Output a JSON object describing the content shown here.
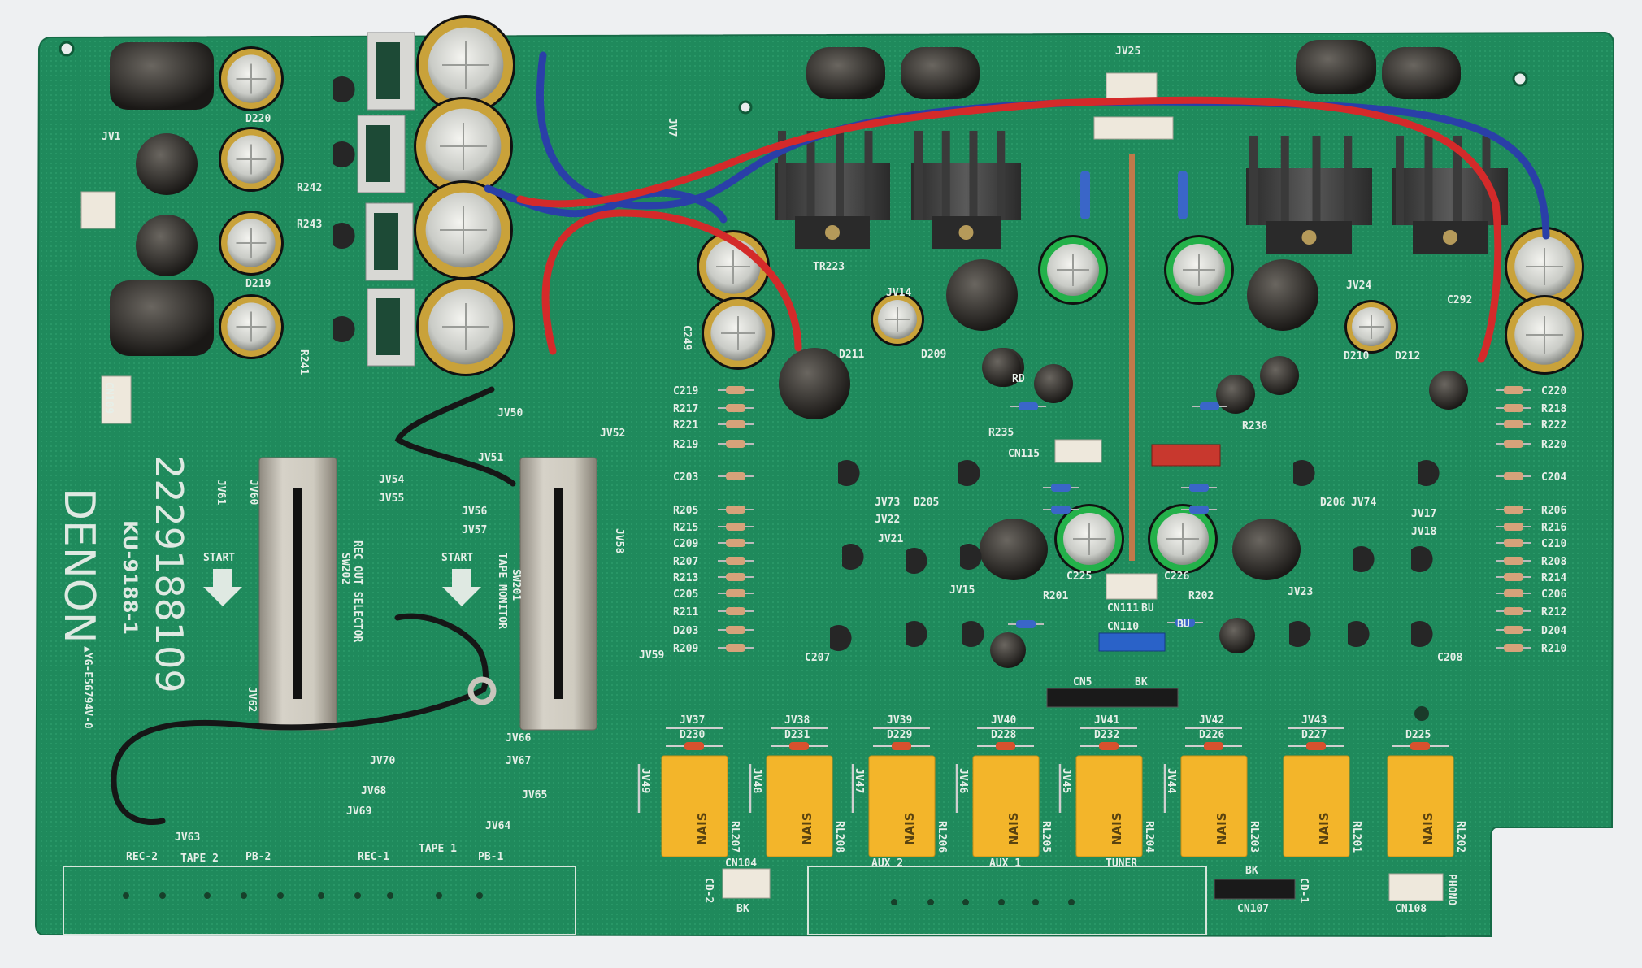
{
  "colors": {
    "board": "#1f8a5c",
    "relay": "#f3b52a",
    "wire_red": "#d42a2a",
    "wire_blue": "#2a3fa8",
    "wire_black": "#161616"
  },
  "board": {
    "brand": "DENON",
    "part_number": "2229188109",
    "board_id": "KU-9188-1",
    "ul_code": "▲YG-E56794V-0"
  },
  "switches": {
    "rec_out": {
      "start": "START",
      "label": "REC OUT SELECTOR",
      "ref": "SW202"
    },
    "tape_monitor": {
      "start": "START",
      "label": "TAPE MONITOR",
      "ref": "SW201"
    }
  },
  "jacks": {
    "rec2": "REC-2",
    "tape2": "TAPE 2",
    "pb2": "PB-2",
    "rec1": "REC-1",
    "tape1": "TAPE 1",
    "pb1": "PB-1",
    "aux2": "AUX 2",
    "aux1": "AUX 1",
    "tuner": "TUNER",
    "phono": "PHONO",
    "cd1": "CD-1",
    "cd2": "CD-2"
  },
  "connectors": {
    "cn104": "CN104",
    "cn107": "CN107",
    "cn108": "CN108",
    "cn5": "CN5",
    "cn109": "CN109",
    "cn110": "CN110",
    "cn111": "CN111",
    "cn115": "CN115",
    "bk": "BK",
    "bu": "BU",
    "rd": "RD"
  },
  "relays": [
    {
      "ref": "RL207",
      "brand": "NAIS",
      "diode": "D230",
      "jv": "JV37"
    },
    {
      "ref": "RL208",
      "brand": "NAIS",
      "diode": "D231",
      "jv": "JV38"
    },
    {
      "ref": "RL206",
      "brand": "NAIS",
      "diode": "D229",
      "jv": "JV39"
    },
    {
      "ref": "RL205",
      "brand": "NAIS",
      "diode": "D228",
      "jv": "JV40"
    },
    {
      "ref": "RL204",
      "brand": "NAIS",
      "diode": "D232",
      "jv": "JV41"
    },
    {
      "ref": "RL203",
      "brand": "NAIS",
      "diode": "D226",
      "jv": "JV42"
    },
    {
      "ref": "RL201",
      "brand": "NAIS",
      "diode": "D227",
      "jv": "JV43"
    },
    {
      "ref": "RL202",
      "brand": "NAIS",
      "diode": "D225",
      "jv": ""
    }
  ],
  "vertical_jumpers": [
    "JV49",
    "JV48",
    "JV47",
    "JV46",
    "JV45",
    "JV44"
  ],
  "jumpers": {
    "jv50": "JV50",
    "jv51": "JV51",
    "jv52": "JV52",
    "jv54": "JV54",
    "jv55": "JV55",
    "jv56": "JV56",
    "jv57": "JV57",
    "jv58": "JV58",
    "jv59": "JV59",
    "jv60": "JV60",
    "jv61": "JV61",
    "jv62": "JV62",
    "jv63": "JV63",
    "jv64": "JV64",
    "jv65": "JV65",
    "jv66": "JV66",
    "jv67": "JV67",
    "jv68": "JV68",
    "jv69": "JV69",
    "jv70": "JV70",
    "jv1": "JV1",
    "jv7": "JV7",
    "jv25": "JV25",
    "jv14": "JV14",
    "jv24": "JV24",
    "jv73": "JV73",
    "jv74": "JV74",
    "jv17": "JV17",
    "jv18": "JV18",
    "jv21": "JV21",
    "jv22": "JV22",
    "jv15": "JV15",
    "jv23": "JV23"
  },
  "parts_left": [
    "C219",
    "R217",
    "R221",
    "R219",
    "C203",
    "R205",
    "R215",
    "C209",
    "R207",
    "R213",
    "C205",
    "R211",
    "D203",
    "R209"
  ],
  "parts_right": [
    "C220",
    "R218",
    "R222",
    "R220",
    "C204",
    "R206",
    "R216",
    "C210",
    "R208",
    "R214",
    "C206",
    "R212",
    "D204",
    "R210"
  ],
  "misc_parts": {
    "r235": "R235",
    "r236": "R236",
    "r201": "R201",
    "r202": "R202",
    "c225": "C225",
    "c226": "C226",
    "c207": "C207",
    "c208": "C208",
    "c249": "C249",
    "tr223": "TR223",
    "c292": "C292",
    "d211": "D211",
    "d209": "D209",
    "d210": "D210",
    "d212": "D212",
    "d205": "D205",
    "d206": "D206",
    "r243": "R243",
    "r242": "R242",
    "r241": "R241",
    "d220": "D220",
    "d219": "D219"
  }
}
